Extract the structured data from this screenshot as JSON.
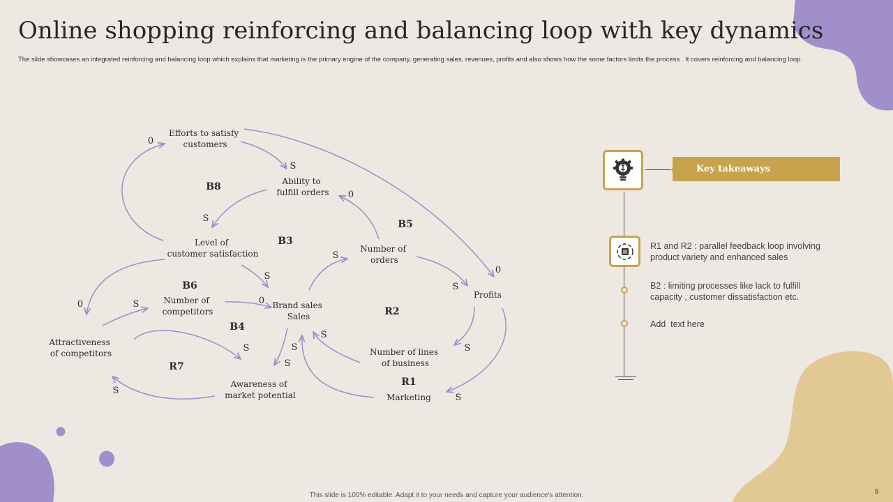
{
  "slide": {
    "title": "Online shopping reinforcing and balancing loop with key dynamics",
    "subtitle": "The slide showcases an integrated reinforcing and balancing loop which explains that marketing is the primary engine of the company, generating sales, revenues, profits and also shows how the some factors limits the process . It covers reinforcing and balancing loop.",
    "footer_note": "This slide is 100% editable. Adapt it to your needs and capture your audience's attention.",
    "page_number": "6"
  },
  "colors": {
    "background": "#EEE8E3",
    "arrow": "#9B8DC9",
    "lavender_blob": "#A08FCB",
    "sand_blob": "#E2C994",
    "gold_accent": "#C9A24E"
  },
  "diagram": {
    "nodes": {
      "efforts": [
        "Efforts to satisfy",
        "customers"
      ],
      "ability": [
        "Ability to",
        "fulfill orders"
      ],
      "satisfaction": [
        "Level of",
        "customer satisfaction"
      ],
      "orders": [
        "Number of",
        "orders"
      ],
      "profits": [
        "Profits"
      ],
      "competitors": [
        "Number of",
        "competitors"
      ],
      "brand_sales": [
        "Brand sales",
        "Sales"
      ],
      "attractiveness": [
        "Attractiveness",
        "of competitors"
      ],
      "lines": [
        "Number of lines",
        "of business"
      ],
      "awareness": [
        "Awareness of",
        "market potential"
      ],
      "marketing": [
        "Marketing"
      ]
    },
    "loops": {
      "b8": "B8",
      "b3": "B3",
      "b5": "B5",
      "b6": "B6",
      "b4": "B4",
      "r2": "R2",
      "r7": "R7",
      "r1": "R1"
    },
    "polarities": {
      "p1": "0",
      "p2": "S",
      "p3": "0",
      "p4": "S",
      "p5": "0",
      "p6": "S",
      "p7": "S",
      "p8": "S",
      "p9": "0",
      "p10": "S",
      "p11": "0",
      "p12": "S",
      "p13": "S",
      "p14": "S",
      "p15": "S",
      "p16": "S",
      "p17": "S",
      "p18": "S",
      "p19": "S"
    }
  },
  "takeaways": {
    "header": "Key takeaways",
    "header_icon": "lightbulb-gear-icon",
    "item_icon": "list-cycle-icon",
    "items": [
      "R1 and R2 : parallel feedback loop involving product variety and enhanced sales",
      "B2 : limiting processes like lack to fulfill capacity , customer dissatisfaction etc.",
      "Add  text here"
    ]
  }
}
